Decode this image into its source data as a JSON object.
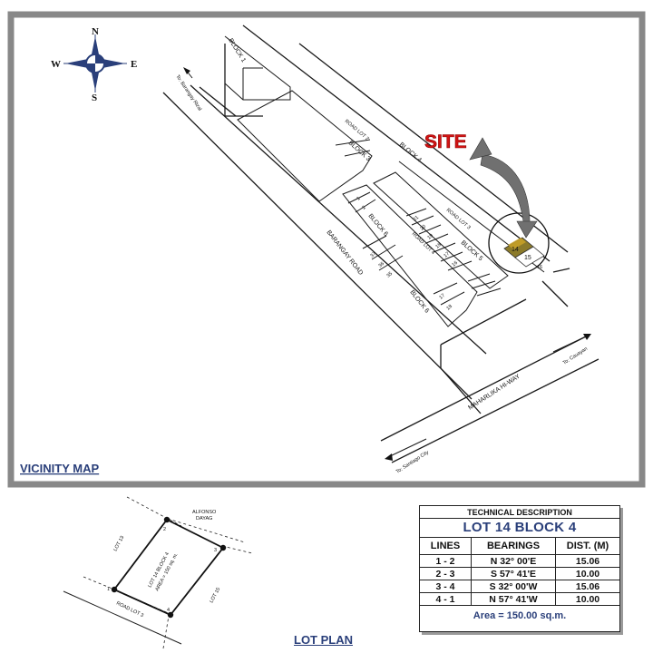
{
  "vicinity_map": {
    "title": "VICINITY MAP",
    "site_label": "SITE",
    "compass": {
      "n": "N",
      "s": "S",
      "e": "E",
      "w": "W"
    },
    "roads": {
      "to_barangay_rizal": "To: Barangay Rizal",
      "barangay_road": "BARANGAY ROAD",
      "road_lot_2": "ROAD LOT 2",
      "road_lot_3": "ROAD LOT 3",
      "road_lot_4": "ROAD LOT 4",
      "maharlika": "MAHARLIKA HI-WAY",
      "to_cauayan": "To: Cauayan",
      "to_santiago": "To: Santiago City"
    },
    "blocks": {
      "block1": "BLOCK 1",
      "block3": "BLOCK 3",
      "block4": "BLOCK 4",
      "block5": "BLOCK 5",
      "block6a": "BLOCK 6",
      "block6b": "BLOCK 6"
    },
    "lot_numbers": {
      "l1": "1",
      "l2": "2",
      "l21": "21",
      "l20": "20",
      "l19": "19",
      "l18a": "18",
      "l17a": "17",
      "l16a": "16",
      "l37": "37",
      "l36": "36",
      "l35": "35",
      "l17b": "17",
      "l18b": "18",
      "site14": "14",
      "site15": "15",
      "site16": "16"
    },
    "colors": {
      "site_lot": "#8b7a2a",
      "site_lot_shade": "#c9a227",
      "site_arrow": "#707070"
    }
  },
  "lot_plan": {
    "title": "LOT PLAN",
    "neighbor_top": "ALFONSO",
    "neighbor_top_2": "DAYAG",
    "lot13": "LOT 13",
    "lot15": "LOT 15",
    "road_lot3": "ROAD LOT 3",
    "lot_label": "LOT 14 BLOCK 4",
    "area_label": "AREA = 150 sq. m.",
    "corners": [
      "1",
      "2",
      "3",
      "4"
    ]
  },
  "technical_description": {
    "header": "TECHNICAL DESCRIPTION",
    "title": "LOT 14 BLOCK 4",
    "columns": [
      "LINES",
      "BEARINGS",
      "DIST. (M)"
    ],
    "rows": [
      [
        "1 - 2",
        "N 32° 00'E",
        "15.06"
      ],
      [
        "2 - 3",
        "S 57° 41'E",
        "10.00"
      ],
      [
        "3 - 4",
        "S 32° 00'W",
        "15.06"
      ],
      [
        "4 - 1",
        "N 57° 41'W",
        "10.00"
      ]
    ],
    "area": "Area = 150.00 sq.m."
  }
}
